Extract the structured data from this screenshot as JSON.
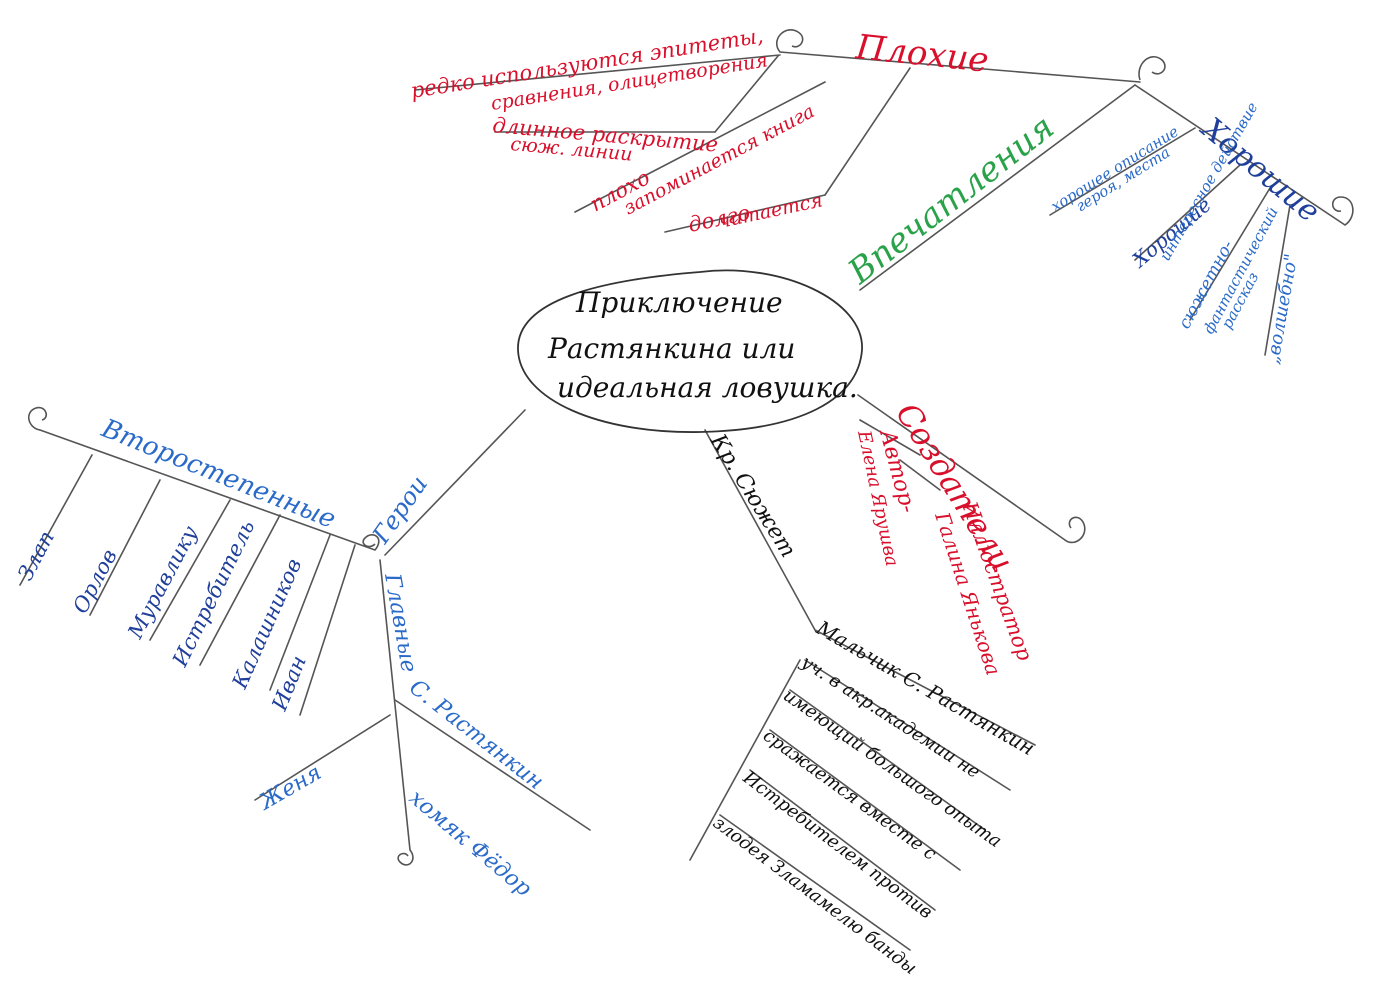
{
  "center": {
    "line1": "Приключение",
    "line2": "Растянкина или",
    "line3": "идеальная ловушка."
  },
  "bad": {
    "title": "Плохие",
    "items": [
      "редко используются эпитеты,",
      "сравнения, олицетворения",
      "длинное раскрытие",
      "сюж. линии",
      "плохо",
      "запоминается книга",
      "долго",
      "читается"
    ]
  },
  "impressions": {
    "title": "Впечатления"
  },
  "good": {
    "title": "Хорошие",
    "items": [
      "хорошее описание",
      "героя, места",
      "Хорошие",
      "интересное действие",
      "сюжетно-",
      "фантастический",
      "рассказ",
      "„волшебно\""
    ]
  },
  "creators": {
    "title": "Создатели",
    "author_label": "Автор-",
    "author_name": "Елена Ярушва",
    "illustrator_label": "Иллюстратор",
    "illustrator_name": "Галина Янькова"
  },
  "plot": {
    "title": "Кр. Сюжет",
    "lines": [
      "Мальчик С. Растянкин",
      "уч. в акр.академии не",
      "имеющий большого опыта",
      "сражается вместе с",
      "Истребителем против",
      "злодея Зламамелю банды"
    ]
  },
  "heroes": {
    "title": "Герои",
    "secondary_title": "Второстепенные",
    "secondary": [
      "Злап",
      "Орлов",
      "Муравлику",
      "Истребитель",
      "Калашников",
      "Иван"
    ],
    "main_title": "Главные",
    "main": [
      "С. Растянкин",
      "Женя",
      "хомяк Фёдор"
    ]
  },
  "colors": {
    "red": "#d8102c",
    "blue": "#1f3f9a",
    "lightblue": "#2a6ac8",
    "green": "#2aa24a",
    "black": "#111111",
    "pencil": "#555555"
  }
}
